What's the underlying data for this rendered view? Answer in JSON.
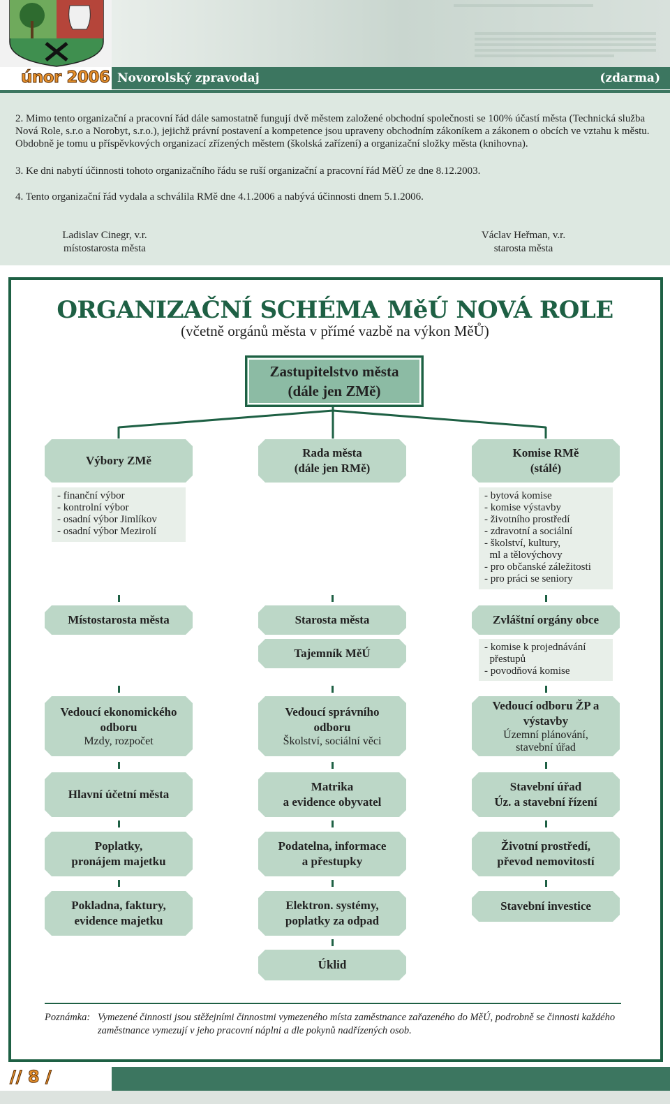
{
  "header": {
    "date_label": "únor 2006",
    "newsletter_name": "Novorolský zpravodaj",
    "price_label": "(zdarma)"
  },
  "intro": {
    "paragraphs": [
      "2. Mimo tento organizační a pracovní řád dále samostatně fungují dvě městem založené obchodní společnosti se 100% účastí města (Technická služba Nová Role, s.r.o a Norobyt, s.r.o.), jejichž právní postavení a kompetence jsou upraveny obchodním zákoníkem a zákonem o obcích ve vztahu k městu. Obdobně je tomu u příspěvkových organizací zřízených městem (školská zařízení) a organizační složky města (knihovna).",
      "3. Ke dni nabytí účinnosti tohoto organizačního řádu se ruší organizační a pracovní řád MěÚ ze dne 8.12.2003.",
      "4. Tento organizační řád vydala a schválila RMě dne 4.1.2006 a nabývá účinnosti dnem 5.1.2006."
    ],
    "signatures": [
      {
        "name": "Ladislav Cinegr, v.r.",
        "role": "místostarosta města"
      },
      {
        "name": "Václav Heřman, v.r.",
        "role": "starosta města"
      }
    ]
  },
  "schema": {
    "title": "ORGANIZAČNÍ SCHÉMA MěÚ NOVÁ ROLE",
    "subtitle": "(včetně orgánů města v přímé vazbě na výkon MěŮ)",
    "top": {
      "line1": "Zastupitelstvo města",
      "line2": "(dále jen ZMě)"
    },
    "row1": [
      {
        "line1": "Výbory ZMě",
        "line2": ""
      },
      {
        "line1": "Rada města",
        "line2": "(dále jen RMě)"
      },
      {
        "line1": "Komise RMě",
        "line2": "(stálé)"
      }
    ],
    "vybory_list": [
      "- finanční výbor",
      "- kontrolní výbor",
      "- osadní výbor Jimlíkov",
      "- osadní výbor Mezirolí"
    ],
    "komise_list": [
      "- bytová komise",
      "- komise výstavby",
      "- životního prostředí",
      "- zdravotní a sociální",
      "- školství, kultury,",
      "  ml a tělovýchovy",
      "- pro občanské záležitosti",
      "- pro práci se seniory"
    ],
    "row2": [
      "Místostarosta města",
      "Starosta města",
      "Zvláštní orgány obce"
    ],
    "tajemnik": "Tajemník MěÚ",
    "zvlastni_list": [
      "- komise k projednávání",
      "  přestupů",
      "- povodňová komise"
    ],
    "row3": [
      {
        "bold": "Vedoucí ekonomického odboru",
        "normal": "Mzdy, rozpočet"
      },
      {
        "bold": "Vedoucí správního odboru",
        "normal": "Školství, sociální věci"
      },
      {
        "bold": "Vedoucí odboru ŽP a výstavby",
        "normal": "Územní plánování, stavební úřad"
      }
    ],
    "row4": [
      {
        "line1": "Hlavní účetní města",
        "line2": ""
      },
      {
        "line1": "Matrika",
        "line2": "a evidence obyvatel"
      },
      {
        "line1": "Stavební úřad",
        "line2": "Úz. a stavební řízení"
      }
    ],
    "row5": [
      {
        "line1": "Poplatky,",
        "line2": "pronájem majetku"
      },
      {
        "line1": "Podatelna, informace",
        "line2": "a přestupky"
      },
      {
        "line1": "Životní prostředí,",
        "line2": "převod nemovitostí"
      }
    ],
    "row6": [
      {
        "line1": "Pokladna, faktury,",
        "line2": "evidence majetku"
      },
      {
        "line1": "Elektron. systémy,",
        "line2": "poplatky za odpad"
      },
      {
        "line1": "Stavební investice",
        "line2": ""
      }
    ],
    "row7": "Úklid"
  },
  "note": {
    "label": "Poznámka:",
    "text": "Vymezené činnosti jsou stěžejními činnostmi vymezeného místa zaměstnance zařazeného do MěÚ, podrobně se činnosti každého zaměstnance vymezují v jeho pracovní náplni a dle pokynů nadřízených osob."
  },
  "footer": {
    "page_number": "// 8 /"
  },
  "colors": {
    "dark_green": "#1e6044",
    "box_green": "#bcd7c7",
    "panel": "#dde8e1",
    "accent_orange": "#e8912b"
  }
}
